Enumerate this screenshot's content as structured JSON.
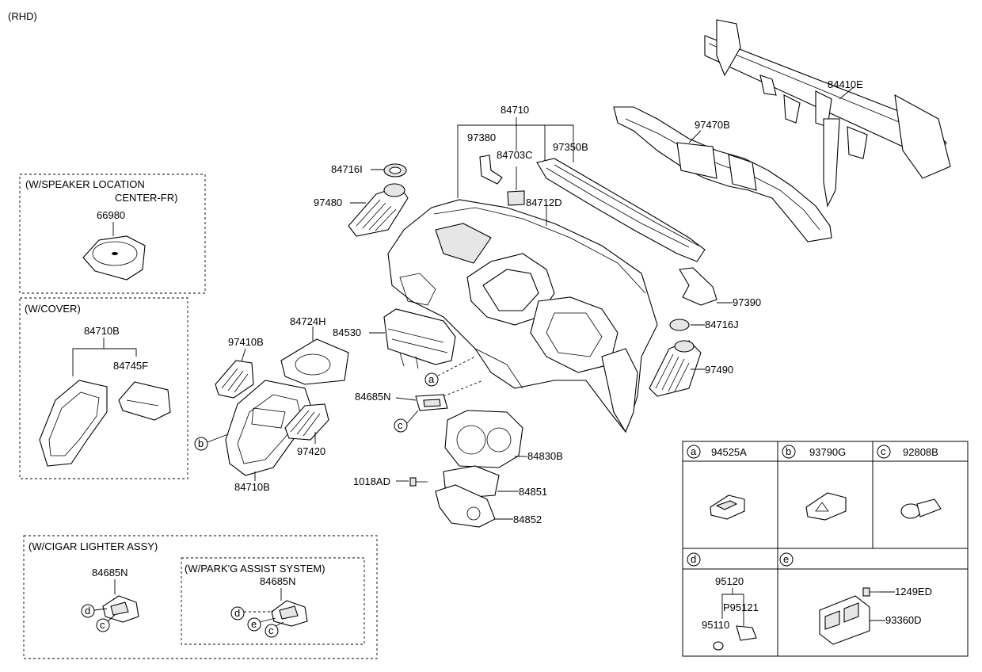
{
  "header": {
    "drive": "(RHD)"
  },
  "parts": {
    "p84710": "84710",
    "p97380": "97380",
    "p84703C": "84703C",
    "p97350B": "97350B",
    "p84712D": "84712D",
    "p84716I": "84716I",
    "p97480": "97480",
    "p97470B": "97470B",
    "p84410E": "84410E",
    "p97390": "97390",
    "p84716J": "84716J",
    "p97490": "97490",
    "p84530": "84530",
    "p84724H": "84724H",
    "p97410B": "97410B",
    "p97420": "97420",
    "p84710B_main": "84710B",
    "p84685N": "84685N",
    "p84830B": "84830B",
    "p1018AD": "1018AD",
    "p84851": "84851",
    "p84852": "84852"
  },
  "callouts": {
    "a": "a",
    "b": "b",
    "c": "c",
    "d": "d",
    "e": "e"
  },
  "variants": {
    "speaker": {
      "title1": "(W/SPEAKER LOCATION",
      "title2": "CENTER-FR)",
      "part": "66980"
    },
    "cover": {
      "title": "(W/COVER)",
      "part1": "84710B",
      "part2": "84745F"
    },
    "cigar": {
      "title": "(W/CIGAR LIGHTER ASSY)",
      "part": "84685N"
    },
    "park": {
      "title": "(W/PARK'G ASSIST SYSTEM)",
      "part": "84685N"
    }
  },
  "legend": {
    "a": {
      "key": "a",
      "part": "94525A"
    },
    "b": {
      "key": "b",
      "part": "93790G"
    },
    "c": {
      "key": "c",
      "part": "92808B"
    },
    "d": {
      "key": "d",
      "part1": "95120",
      "part2": "P95121",
      "part3": "95110"
    },
    "e": {
      "key": "e",
      "part1": "1249ED",
      "part2": "93360D"
    }
  }
}
